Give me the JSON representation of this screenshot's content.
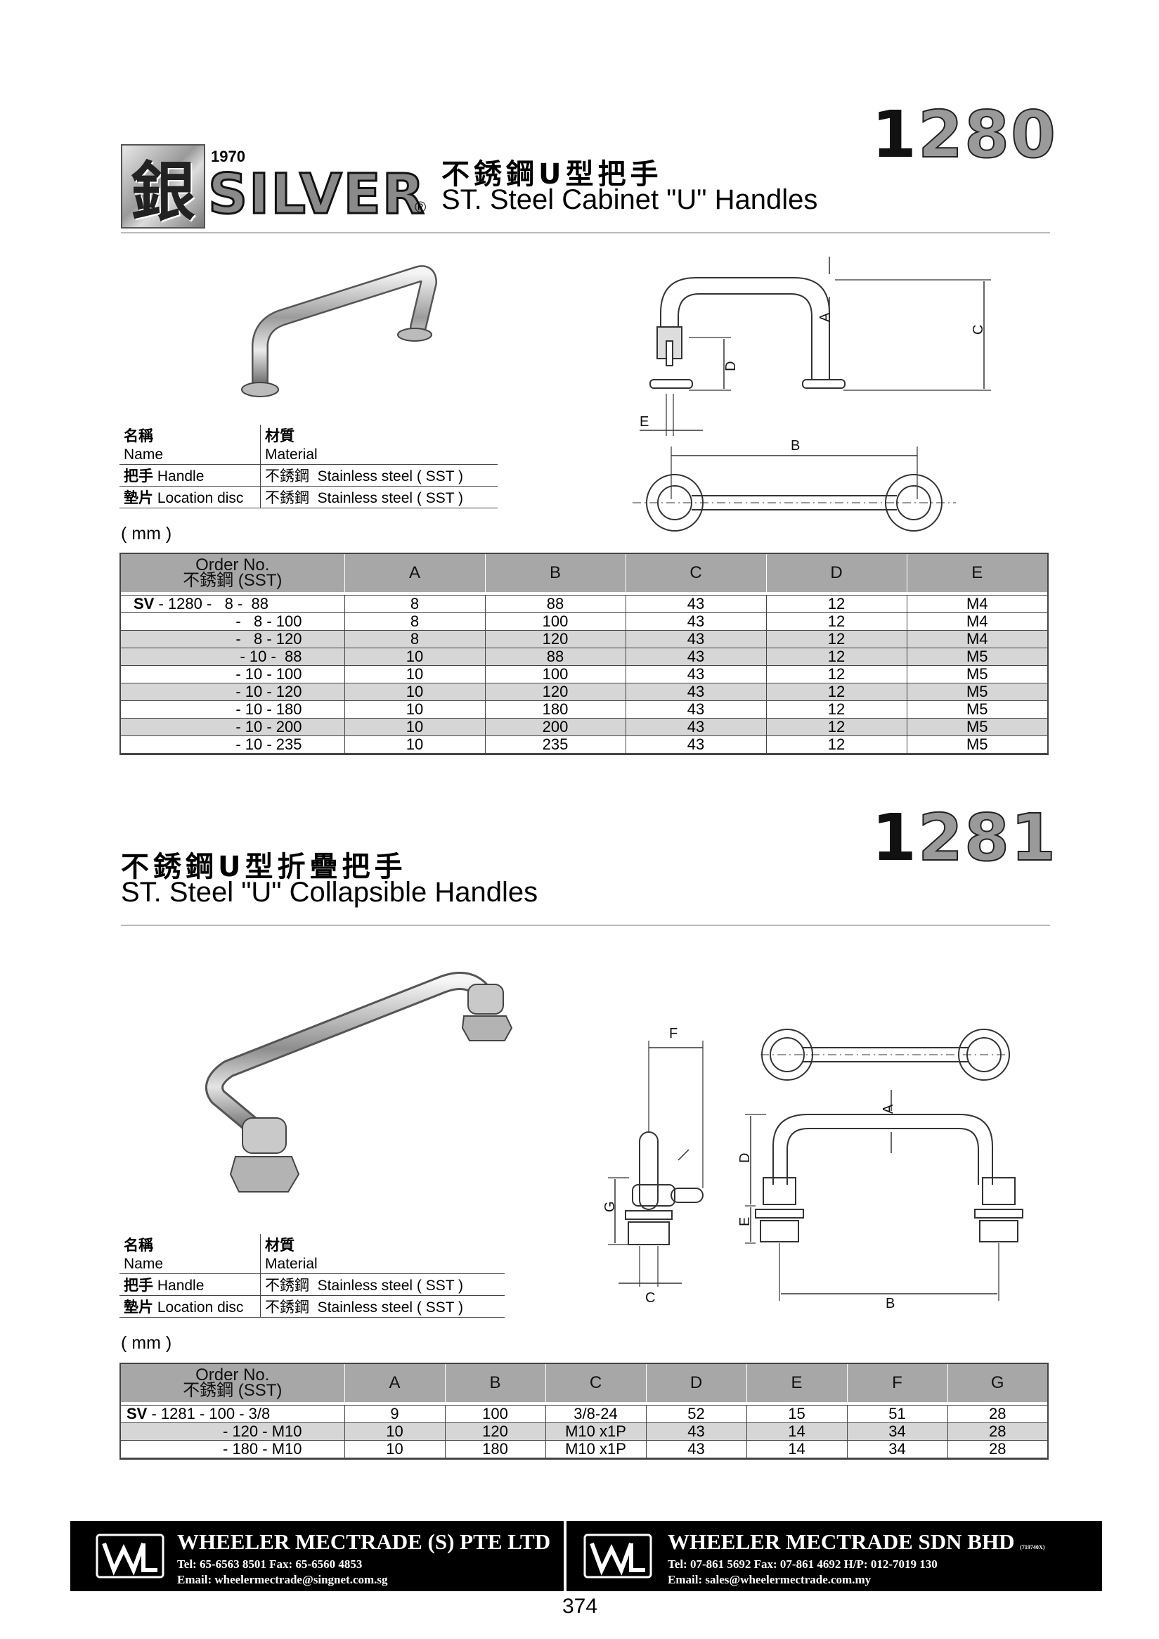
{
  "brand": {
    "logo_char": "銀",
    "year": "1970",
    "name": "SILVER",
    "reg": "®"
  },
  "section1": {
    "model": "1280",
    "model_first": "1",
    "model_rest": "280",
    "title_cn": "不銹鋼U型把手",
    "title_en": "ST. Steel Cabinet \"U\" Handles",
    "material_table": {
      "header_cn": [
        "名稱",
        "材質"
      ],
      "header_en": [
        "Name",
        "Material"
      ],
      "rows": [
        {
          "name_cn": "把手",
          "name_en": "Handle",
          "mat_cn": "不銹鋼",
          "mat_en": "Stainless steel ( SST )"
        },
        {
          "name_cn": "墊片",
          "name_en": "Location disc",
          "mat_cn": "不銹鋼",
          "mat_en": "Stainless steel ( SST )"
        }
      ]
    },
    "unit": "( mm )",
    "diagram_labels": {
      "A": "A",
      "B": "B",
      "C": "C",
      "D": "D",
      "E": "E"
    },
    "spec_table": {
      "order_header_en": "Order No.",
      "order_header_cn": "不銹鋼 (SST)",
      "columns": [
        "A",
        "B",
        "C",
        "D",
        "E"
      ],
      "prefix": "SV",
      "rows": [
        {
          "order": " - 1280 -   8 -  88",
          "A": "8",
          "B": "88",
          "C": "43",
          "D": "12",
          "E": "M4"
        },
        {
          "order": "-   8 - 100",
          "A": "8",
          "B": "100",
          "C": "43",
          "D": "12",
          "E": "M4"
        },
        {
          "order": "-   8 - 120",
          "A": "8",
          "B": "120",
          "C": "43",
          "D": "12",
          "E": "M4"
        },
        {
          "order": "- 10 -  88",
          "A": "10",
          "B": "88",
          "C": "43",
          "D": "12",
          "E": "M5"
        },
        {
          "order": "- 10 - 100",
          "A": "10",
          "B": "100",
          "C": "43",
          "D": "12",
          "E": "M5"
        },
        {
          "order": "- 10 - 120",
          "A": "10",
          "B": "120",
          "C": "43",
          "D": "12",
          "E": "M5"
        },
        {
          "order": "- 10 - 180",
          "A": "10",
          "B": "180",
          "C": "43",
          "D": "12",
          "E": "M5"
        },
        {
          "order": "- 10 - 200",
          "A": "10",
          "B": "200",
          "C": "43",
          "D": "12",
          "E": "M5"
        },
        {
          "order": "- 10 - 235",
          "A": "10",
          "B": "235",
          "C": "43",
          "D": "12",
          "E": "M5"
        }
      ]
    }
  },
  "section2": {
    "model": "1281",
    "model_first": "1",
    "model_rest": "281",
    "title_cn": "不銹鋼U型折疊把手",
    "title_en": "ST. Steel \"U\" Collapsible Handles",
    "material_table": {
      "header_cn": [
        "名稱",
        "材質"
      ],
      "header_en": [
        "Name",
        "Material"
      ],
      "rows": [
        {
          "name_cn": "把手",
          "name_en": "Handle",
          "mat_cn": "不銹鋼",
          "mat_en": "Stainless steel ( SST )"
        },
        {
          "name_cn": "墊片",
          "name_en": "Location disc",
          "mat_cn": "不銹鋼",
          "mat_en": "Stainless steel ( SST )"
        }
      ]
    },
    "unit": "( mm )",
    "diagram_labels": {
      "A": "A",
      "B": "B",
      "C": "C",
      "D": "D",
      "E": "E",
      "F": "F",
      "G": "G"
    },
    "spec_table": {
      "order_header_en": "Order No.",
      "order_header_cn": "不銹鋼 (SST)",
      "columns": [
        "A",
        "B",
        "C",
        "D",
        "E",
        "F",
        "G"
      ],
      "prefix": "SV",
      "rows": [
        {
          "order": " - 1281 - 100 - 3/8",
          "A": "9",
          "B": "100",
          "C": "3/8-24",
          "D": "52",
          "E": "15",
          "F": "51",
          "G": "28"
        },
        {
          "order": "- 120 - M10",
          "A": "10",
          "B": "120",
          "C": "M10 x1P",
          "D": "43",
          "E": "14",
          "F": "34",
          "G": "28"
        },
        {
          "order": "- 180 - M10",
          "A": "10",
          "B": "180",
          "C": "M10 x1P",
          "D": "43",
          "E": "14",
          "F": "34",
          "G": "28"
        }
      ]
    }
  },
  "footer": {
    "left": {
      "company": "WHEELER MECTRADE (S) PTE LTD",
      "tel": "Tel: 65-6563 8501   Fax: 65-6560 4853",
      "email": "Email:  wheelermectrade@singnet.com.sg"
    },
    "right": {
      "company": "WHEELER MECTRADE SDN BHD",
      "reg": "(719740X)",
      "tel": "Tel: 07-861 5692  Fax: 07-861 4692  H/P: 012-7019 130",
      "email": "Email:  sales@wheelermectrade.com.my"
    }
  },
  "page_number": "374"
}
